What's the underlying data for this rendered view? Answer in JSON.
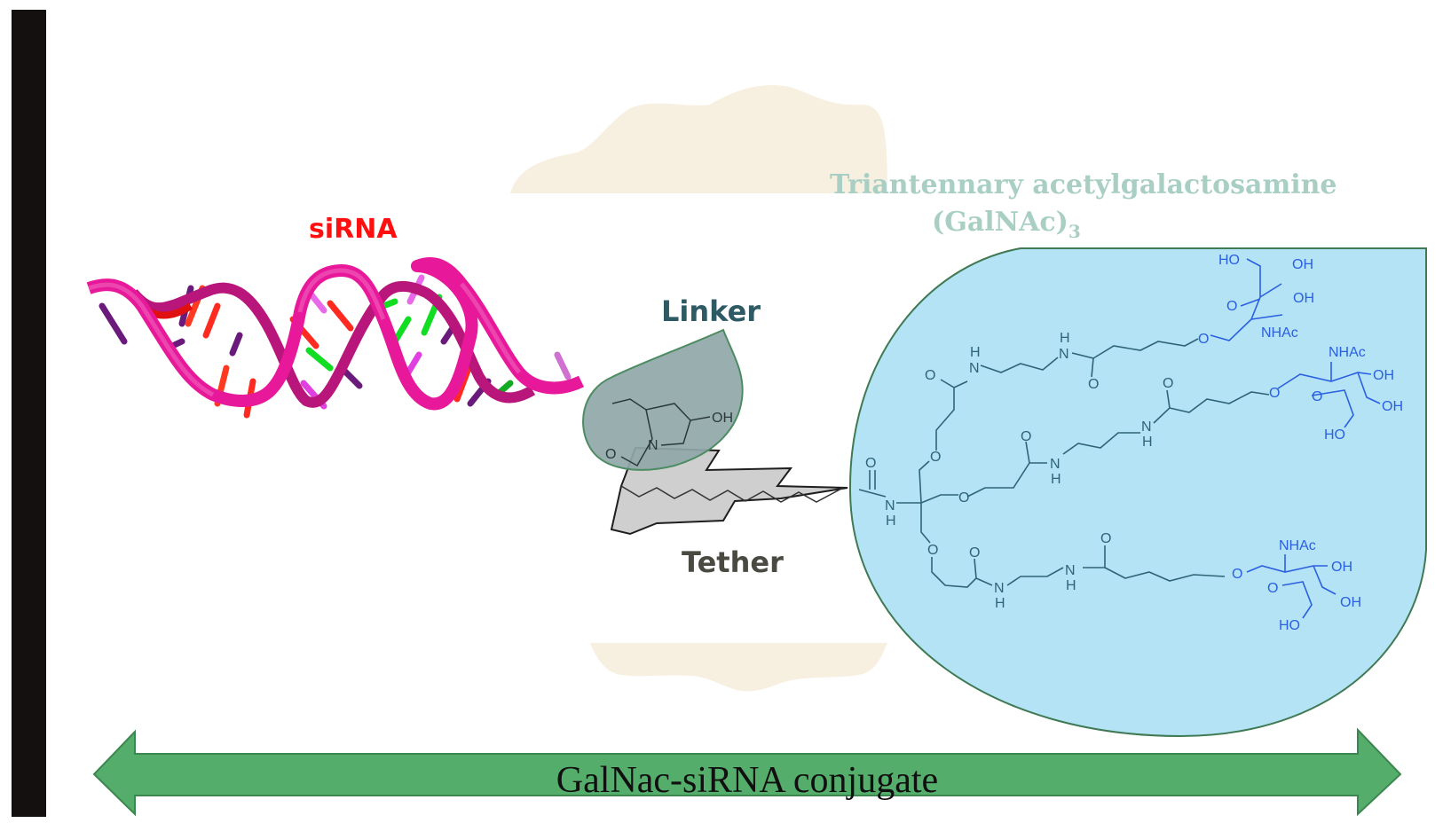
{
  "diagram": {
    "title": "GalNac-siRNA conjugate",
    "labels": {
      "sirna": "siRNA",
      "linker": "Linker",
      "tether": "Tether",
      "galnac_line1": "Triantennary acetylgalactosamine",
      "galnac_line2": "(GalNAc)",
      "galnac_subscript": "3"
    },
    "linker_chem": {
      "oh": "OH",
      "n": "N",
      "o": "O"
    },
    "core_chem": {
      "o": "O",
      "n": "N",
      "h": "H",
      "nh": "N"
    },
    "sugar_chem": {
      "ho": "HO",
      "oh": "OH",
      "nhac": "NHAc",
      "o": "O"
    },
    "colors": {
      "sirna_label": "#ff1010",
      "linker_label": "#2e5a63",
      "tether_label": "#4a4a42",
      "galnac_label": "#a9cfc4",
      "helix_ribbon": "#e8189a",
      "linker_fill": "#8fa7a8",
      "linker_stroke": "#4d8c62",
      "tether_fill": "#cfcfcf",
      "galnac_fill": "#b3e3f5",
      "galnac_stroke": "#3f7a54",
      "cloud_fill": "#f7efdf",
      "arrow_fill": "#55ad6b",
      "arrow_stroke": "#3c8750",
      "sugar_blue": "#2b60e0",
      "chem_dark": "#2f6478",
      "bar": "#141010"
    }
  }
}
